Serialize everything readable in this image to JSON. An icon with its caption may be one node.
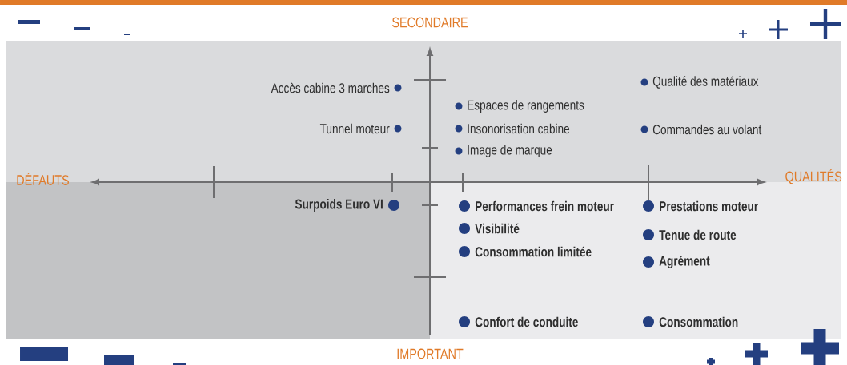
{
  "diagram": {
    "labels": [
      "SECONDAIRE",
      "Accès cabine 3 marches",
      "Qualité des matériaux",
      "Espaces de rangements",
      "Tunnel moteur",
      "Insonorisation cabine",
      "Commandes au volant",
      "Image de marque",
      "DÉFAUTS",
      "QUALITÉS",
      "Surpoids Euro VI",
      "Performances frein moteur",
      "Prestations moteur",
      "Visibilité",
      "Tenue de route",
      "Consommation limitée",
      "Agrément",
      "Confort de conduite",
      "Consommation",
      "IMPORTANT"
    ]
  }
}
